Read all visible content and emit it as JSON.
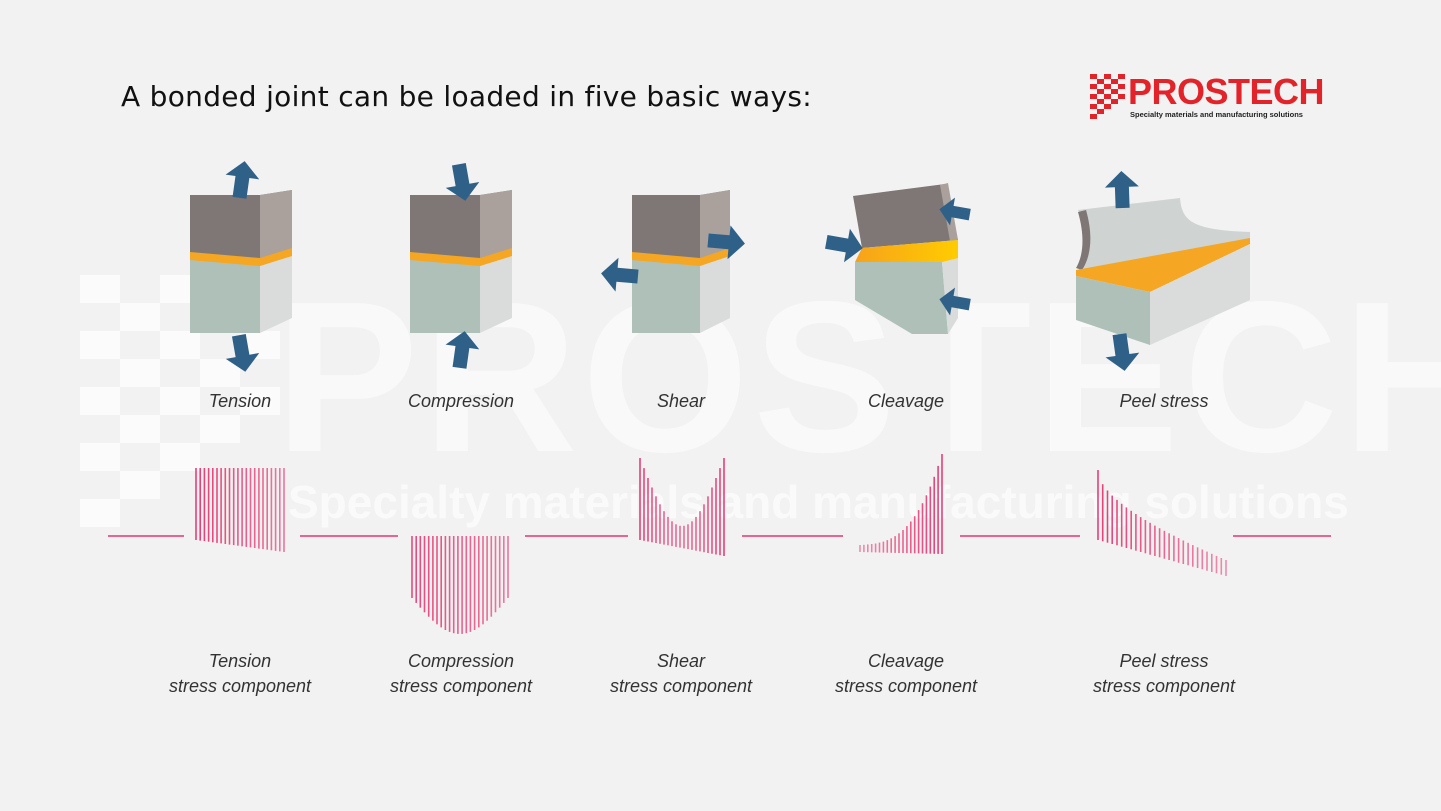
{
  "title": "A bonded joint can be loaded in five basic ways:",
  "logo": {
    "word": "PROSTECH",
    "tagline": "Specialty materials and manufacturing solutions",
    "brand_color": "#e2232a"
  },
  "watermark": {
    "word": "PROSTECH",
    "tagline": "Specialty materials and manufacturing solutions"
  },
  "colors": {
    "upper_block": "#7f7676",
    "lower_block": "#aec0b7",
    "adhesive": "#f5a623",
    "arrow": "#2f6188",
    "stress": "#e8356f"
  },
  "load_types": [
    {
      "label": "Tension"
    },
    {
      "label": "Compression"
    },
    {
      "label": "Shear"
    },
    {
      "label": "Cleavage"
    },
    {
      "label": "Peel stress"
    }
  ],
  "stress_components": [
    {
      "line1": "Tension",
      "line2": "stress component"
    },
    {
      "line1": "Compression",
      "line2": "stress component"
    },
    {
      "line1": "Shear",
      "line2": "stress component"
    },
    {
      "line1": "Cleavage",
      "line2": "stress component"
    },
    {
      "line1": "Peel stress",
      "line2": "stress component"
    }
  ]
}
